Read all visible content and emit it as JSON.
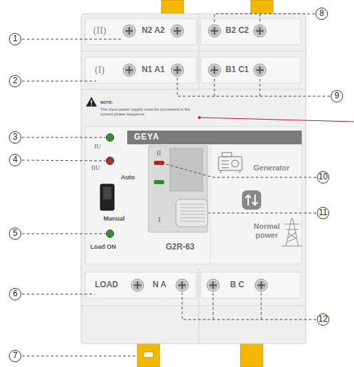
{
  "diagram": {
    "labels": [
      "(II)",
      "N2 A2",
      "B2 C2",
      "1",
      "8",
      "(I)",
      "N1 A1",
      "B1 C1",
      "2",
      "9",
      "NOTE:",
      "The input power supply must be connected in the correct phase sequence",
      "GEYA",
      "3",
      "IU",
      "IIU",
      "4",
      "Auto",
      "Manual",
      "II",
      "10",
      "I",
      "11",
      "Generator",
      "Normal power",
      "G2R-63",
      "5",
      "Load ON",
      "LOAD",
      "N A",
      "B C",
      "6",
      "12",
      "7"
    ]
  }
}
